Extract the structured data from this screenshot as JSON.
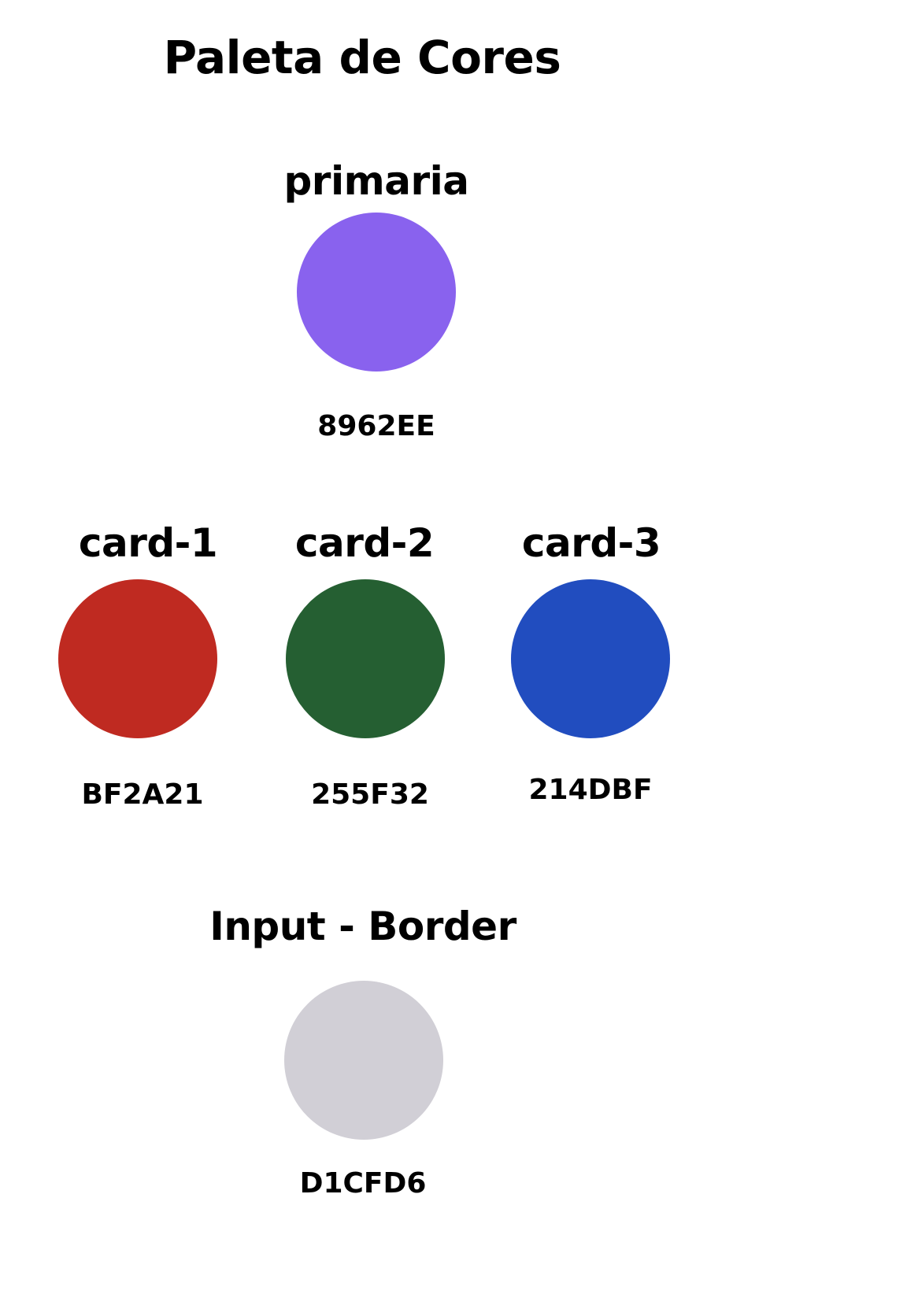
{
  "title": "Paleta de Cores",
  "colors": [
    {
      "name": "primaria",
      "hex": "8962EE",
      "color": "#8962EE"
    },
    {
      "name": "card-1",
      "hex": "BF2A21",
      "color": "#BF2A21"
    },
    {
      "name": "card-2",
      "hex": "255F32",
      "color": "#255F32"
    },
    {
      "name": "card-3",
      "hex": "214DBF",
      "color": "#214DBF"
    },
    {
      "name": "Input - Border",
      "hex": "D1CFD6",
      "color": "#D1CFD6"
    }
  ]
}
